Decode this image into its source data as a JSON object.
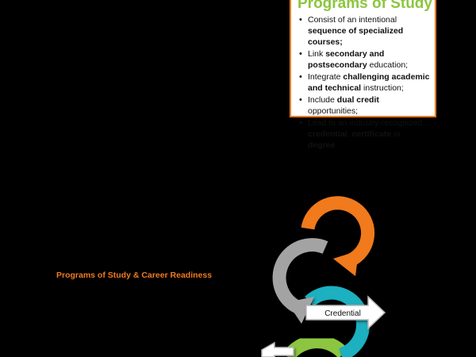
{
  "box": {
    "title": "Programs of Study",
    "items": [
      [
        {
          "t": "Consist of an intentional ",
          "b": false
        },
        {
          "t": "sequence of specialized courses;",
          "b": true
        }
      ],
      [
        {
          "t": "Link ",
          "b": false
        },
        {
          "t": "secondary and postsecondary",
          "b": true
        },
        {
          "t": " education;",
          "b": false
        }
      ],
      [
        {
          "t": "Integrate ",
          "b": false
        },
        {
          "t": "challenging academic and technical",
          "b": true
        },
        {
          "t": " instruction;",
          "b": false
        }
      ],
      [
        {
          "t": "Include ",
          "b": false
        },
        {
          "t": "dual credit",
          "b": true
        },
        {
          "t": " opportunities;",
          "b": false
        }
      ],
      [
        {
          "t": "Lead to an industry-recognized ",
          "b": false
        },
        {
          "t": "credential",
          "b": true
        },
        {
          "t": ", ",
          "b": false
        },
        {
          "t": "certificate",
          "b": true
        },
        {
          "t": " or ",
          "b": false
        },
        {
          "t": "degree",
          "b": true
        }
      ]
    ]
  },
  "side_heading": "Programs of Study & Career Readiness",
  "diagram": {
    "arrow_label": "Credential",
    "colors": {
      "orange": "#f07a1f",
      "gray": "#a3a3a3",
      "teal": "#1ab0c0",
      "green": "#8cc63f",
      "arrow_fill": "#ffffff",
      "arrow_stroke": "#b5b5b5"
    }
  }
}
